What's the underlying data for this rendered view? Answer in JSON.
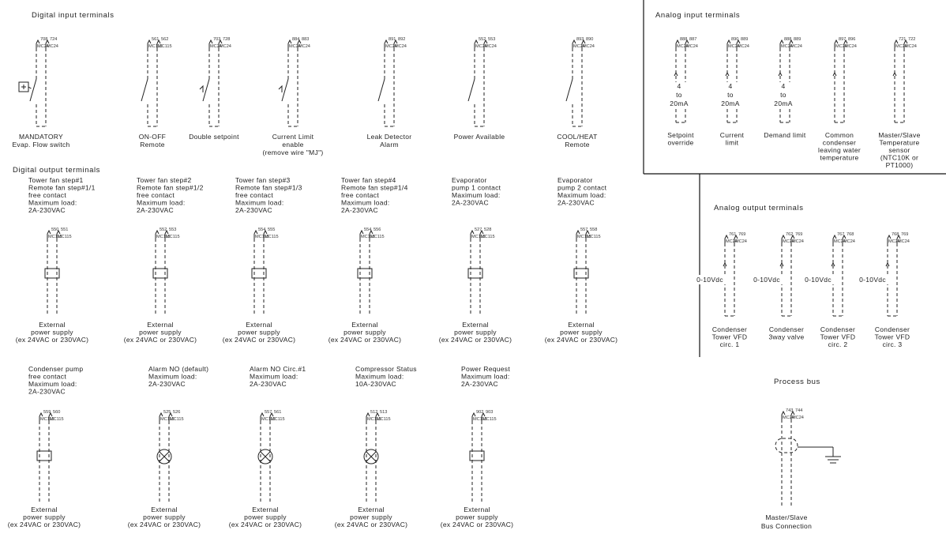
{
  "sections": {
    "digital_input": "Digital input terminals",
    "digital_output": "Digital output terminals",
    "analog_input": "Analog input terminals",
    "analog_output": "Analog output terminals",
    "process_bus": "Process bus"
  },
  "digital_inputs": [
    {
      "t1": "708",
      "t2": "724",
      "m1": "MC24",
      "m2": "MC24",
      "label": [
        "MANDATORY",
        "Evap. Flow switch"
      ],
      "kind": "flow"
    },
    {
      "t1": "561",
      "t2": "562",
      "m1": "MC115",
      "m2": "MC115",
      "label": [
        "ON-OFF",
        "Remote"
      ],
      "kind": "open"
    },
    {
      "t1": "703",
      "t2": "728",
      "m1": "MC24",
      "m2": "MC24",
      "label": [
        "Double setpoint"
      ],
      "kind": "manual"
    },
    {
      "t1": "884",
      "t2": "883",
      "m1": "MC24",
      "m2": "MC24",
      "label": [
        "Current Limit",
        "enable",
        "(remove wire \"MJ\")"
      ],
      "kind": "manual"
    },
    {
      "t1": "891",
      "t2": "892",
      "m1": "MC24",
      "m2": "MC24",
      "label": [
        "Leak Detector",
        "Alarm"
      ],
      "kind": "open"
    },
    {
      "t1": "552",
      "t2": "553",
      "m1": "MC24",
      "m2": "MC24",
      "label": [
        "Power Available"
      ],
      "kind": "open"
    },
    {
      "t1": "893",
      "t2": "890",
      "m1": "MC24",
      "m2": "MC24",
      "label": [
        "COOL/HEAT",
        "Remote"
      ],
      "kind": "open"
    }
  ],
  "digital_outputs": [
    {
      "t1": "550",
      "t2": "551",
      "m1": "MC115",
      "m2": "MC115",
      "desc": [
        "Tower fan step#1",
        "Remote fan step#1/1",
        "free contact",
        "Maximum load:",
        "2A-230VAC"
      ]
    },
    {
      "t1": "552",
      "t2": "553",
      "m1": "MC115",
      "m2": "MC115",
      "desc": [
        "Tower fan step#2",
        "Remote fan step#1/2",
        "free contact",
        "Maximum load:",
        "2A-230VAC"
      ]
    },
    {
      "t1": "554",
      "t2": "555",
      "m1": "MC115",
      "m2": "MC115",
      "desc": [
        "Tower fan step#3",
        "Remote fan step#1/3",
        "free contact",
        "Maximum load:",
        "2A-230VAC"
      ]
    },
    {
      "t1": "554",
      "t2": "556",
      "m1": "MC115",
      "m2": "MC115",
      "desc": [
        "Tower fan step#4",
        "Remote fan step#1/4",
        "free contact",
        "Maximum load:",
        "2A-230VAC"
      ]
    },
    {
      "t1": "527",
      "t2": "528",
      "m1": "MC115",
      "m2": "MC115",
      "desc": [
        "Evaporator",
        "pump 1 contact",
        "Maximum load:",
        "2A-230VAC"
      ]
    },
    {
      "t1": "557",
      "t2": "558",
      "m1": "MC115",
      "m2": "MC115",
      "desc": [
        "Evaporator",
        "pump 2 contact",
        "Maximum load:",
        "2A-230VAC"
      ]
    }
  ],
  "supply_label": [
    "External",
    "power supply",
    "(ex 24VAC or 230VAC)"
  ],
  "bottom_outputs": [
    {
      "t1": "559",
      "t2": "560",
      "m1": "MC115",
      "m2": "MC115",
      "desc": [
        "Condenser pump",
        "free contact",
        "Maximum load:",
        "2A-230VAC"
      ],
      "load": "coil"
    },
    {
      "t1": "525",
      "t2": "526",
      "m1": "MC115",
      "m2": "MC115",
      "desc": [
        "Alarm NO (default)",
        "Maximum load:",
        "2A-230VAC"
      ],
      "load": "lamp"
    },
    {
      "t1": "557",
      "t2": "561",
      "m1": "MC115",
      "m2": "MC115",
      "desc": [
        "Alarm NO Circ.#1",
        "Maximum load:",
        "2A-230VAC"
      ],
      "load": "lamp"
    },
    {
      "t1": "512",
      "t2": "513",
      "m1": "MC115",
      "m2": "MC115",
      "desc": [
        "Compressor Status",
        "Maximum load:",
        "10A-230VAC"
      ],
      "load": "lamp"
    },
    {
      "t1": "902",
      "t2": "903",
      "m1": "MC115",
      "m2": "MC115",
      "desc": [
        "Power Request",
        "Maximum load:",
        "2A-230VAC"
      ],
      "load": "coil"
    }
  ],
  "analog_inputs": [
    {
      "t1": "888",
      "t2": "887",
      "m1": "MC24",
      "m2": "MC24",
      "signal": [
        "4",
        "to",
        "20mA"
      ],
      "label": [
        "Setpoint",
        "override"
      ]
    },
    {
      "t1": "890",
      "t2": "889",
      "m1": "MC24",
      "m2": "MC24",
      "signal": [
        "4",
        "to",
        "20mA"
      ],
      "label": [
        "Current",
        "limit"
      ]
    },
    {
      "t1": "888",
      "t2": "889",
      "m1": "MC24",
      "m2": "MC24",
      "signal": [
        "4",
        "to",
        "20mA"
      ],
      "label": [
        "Demand limit"
      ]
    },
    {
      "t1": "897",
      "t2": "896",
      "m1": "MC24",
      "m2": "MC24",
      "signal": [],
      "label": [
        "Common",
        "condenser",
        "leaving water",
        "temperature"
      ]
    },
    {
      "t1": "721",
      "t2": "722",
      "m1": "MC24",
      "m2": "MC24",
      "signal": [],
      "label": [
        "Master/Slave",
        "Temperature",
        "sensor",
        "(NTC10K or",
        "PT1000)"
      ]
    }
  ],
  "analog_outputs": [
    {
      "t1": "761",
      "t2": "769",
      "m1": "MC24",
      "m2": "MC24",
      "signal": "0-10Vdc",
      "label": [
        "Condenser",
        "Tower VFD",
        "circ. 1"
      ]
    },
    {
      "t1": "762",
      "t2": "769",
      "m1": "MC24",
      "m2": "MC24",
      "signal": "0-10Vdc",
      "label": [
        "Condenser",
        "3way valve"
      ]
    },
    {
      "t1": "767",
      "t2": "768",
      "m1": "MC24",
      "m2": "MC24",
      "signal": "0-10Vdc",
      "label": [
        "Condenser",
        "Tower VFD",
        "circ. 2"
      ]
    },
    {
      "t1": "768",
      "t2": "769",
      "m1": "MC24",
      "m2": "MC24",
      "signal": "0-10Vdc",
      "label": [
        "Condenser",
        "Tower VFD",
        "circ. 3"
      ]
    }
  ],
  "process_bus": {
    "t1": "743",
    "t2": "744",
    "m1": "MC24",
    "m2": "MC24",
    "label": [
      "Master/Slave",
      "Bus Connection"
    ]
  }
}
